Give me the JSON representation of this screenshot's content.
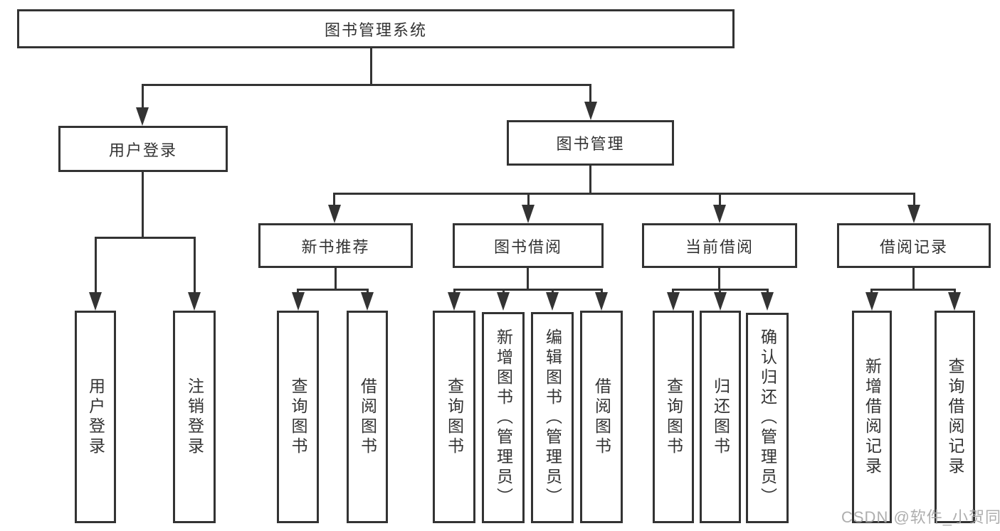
{
  "diagram": {
    "root": "图书管理系统",
    "user_login": {
      "label": "用户登录",
      "children": [
        "用户登录",
        "注销登录"
      ]
    },
    "book_management": {
      "label": "图书管理",
      "modules": {
        "new_book_recommend": {
          "label": "新书推荐",
          "children": [
            "查询图书",
            "借阅图书"
          ]
        },
        "book_borrowing": {
          "label": "图书借阅",
          "children": [
            "查询图书",
            "新增图书（管理员）",
            "编辑图书（管理员）",
            "借阅图书"
          ]
        },
        "current_borrowing": {
          "label": "当前借阅",
          "children": [
            "查询图书",
            "归还图书",
            "确认归还（管理员）"
          ]
        },
        "borrowing_records": {
          "label": "借阅记录",
          "children": [
            "新增借阅记录",
            "查询借阅记录"
          ]
        }
      }
    }
  },
  "watermark": "CSDN @软件_小贺同学",
  "colors": {
    "line": "#333333",
    "border": "#333333",
    "text": "#333333",
    "watermark": "#a5a5a5",
    "background": "#ffffff"
  }
}
